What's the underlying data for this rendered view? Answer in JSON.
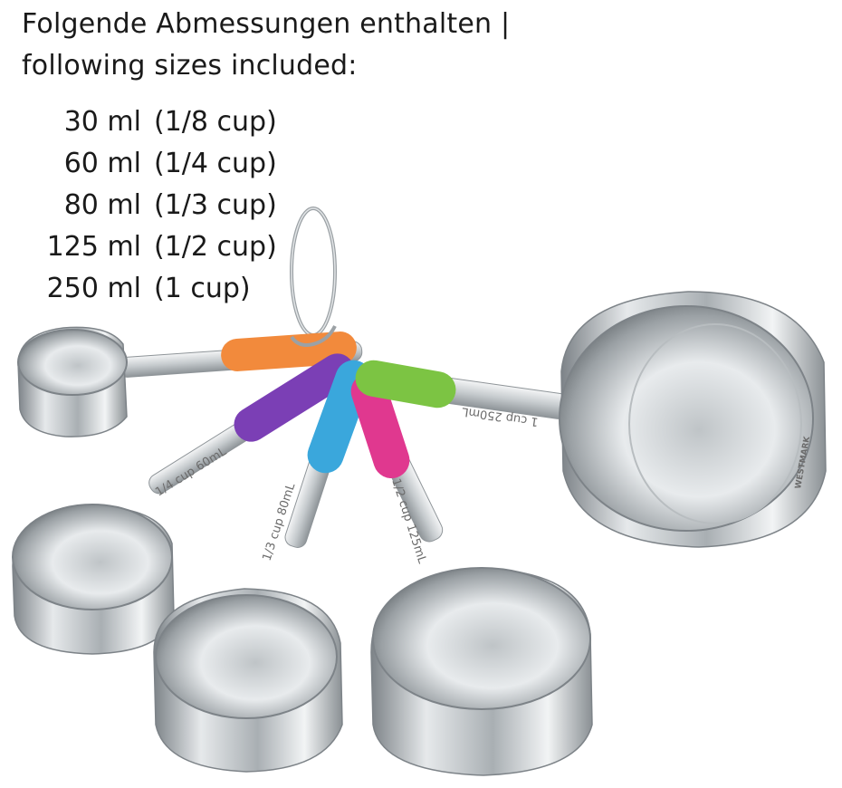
{
  "heading": {
    "line1": "Folgende Abmessungen enthalten |",
    "line2": "following sizes included:"
  },
  "sizes": [
    {
      "ml": "30 ml",
      "cup": "(1/8 cup)"
    },
    {
      "ml": "60 ml",
      "cup": "(1/4 cup)"
    },
    {
      "ml": "80 ml",
      "cup": "(1/3 cup)"
    },
    {
      "ml": "125 ml",
      "cup": "(1/2 cup)"
    },
    {
      "ml": "250 ml",
      "cup": "(1 cup)"
    }
  ],
  "engravings": {
    "cup_quarter": "1/4 cup 60mL",
    "cup_third": "1/3 cup 80mL",
    "cup_half": "1/2 cup 125mL",
    "cup_one": "1 cup 250mL",
    "brand": "WESTMARK"
  },
  "colors": {
    "handle_orange": "#f28a3c",
    "handle_purple": "#7b3fb5",
    "handle_blue": "#3aa7dc",
    "handle_pink": "#e0388f",
    "handle_green": "#7cc443",
    "steel_light": "#e9ecee",
    "steel_dark": "#8c9296"
  }
}
